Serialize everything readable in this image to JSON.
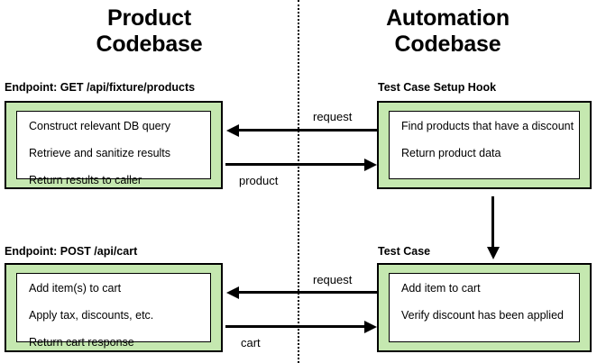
{
  "columns": {
    "left_title": "Product\nCodebase",
    "right_title": "Automation\nCodebase"
  },
  "boxes": {
    "products_endpoint": {
      "label": "Endpoint: GET /api/fixture/products",
      "lines": [
        "Construct relevant DB query",
        "Retrieve and sanitize results",
        "Return results to caller"
      ]
    },
    "setup_hook": {
      "label": "Test Case Setup Hook",
      "lines": [
        "Find products that have a discount",
        "Return product data"
      ]
    },
    "cart_endpoint": {
      "label": "Endpoint: POST /api/cart",
      "lines": [
        "Add item(s) to cart",
        "Apply tax, discounts, etc.",
        "Return cart response"
      ]
    },
    "test_case": {
      "label": "Test Case",
      "lines": [
        "Add item to cart",
        "Verify discount has been applied"
      ]
    }
  },
  "arrows": {
    "top_request": "request",
    "top_response": "product",
    "bottom_request": "request",
    "bottom_response": "cart"
  },
  "colors": {
    "box_fill": "#c5e8b0",
    "stroke": "#000000",
    "background": "#ffffff"
  }
}
